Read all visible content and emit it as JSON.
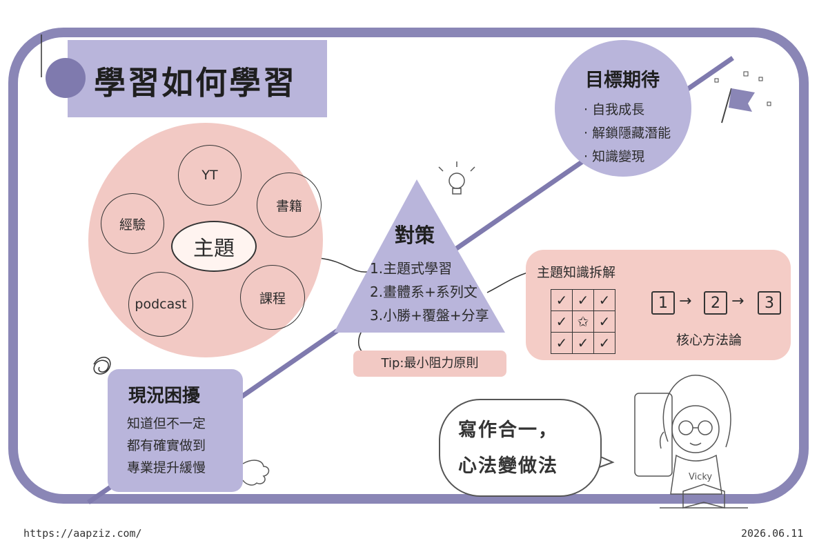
{
  "title": "學習如何學習",
  "mindmap": {
    "center": "主題",
    "nodes": [
      "YT",
      "書籍",
      "課程",
      "podcast",
      "經驗"
    ]
  },
  "goals": {
    "title": "目標期待",
    "items": [
      "· 自我成長",
      "· 解鎖隱藏潛能",
      "· 知識變現"
    ]
  },
  "strategy": {
    "title": "對策",
    "items": [
      "1.主題式學習",
      "2.畫體系+系列文",
      "3.小勝+覆盤+分享"
    ],
    "tip": "Tip:最小阻力原則"
  },
  "breakdown": {
    "title": "主題知識拆解",
    "grid": [
      [
        "✓",
        "✓",
        "✓"
      ],
      [
        "✓",
        "✩",
        "✓"
      ],
      [
        "✓",
        "✓",
        "✓"
      ]
    ],
    "steps": [
      "1",
      "2",
      "3"
    ],
    "arrow": "→",
    "method_label": "核心方法論"
  },
  "status": {
    "title": "現況困擾",
    "items": [
      "知道但不一定",
      "都有確實做到",
      "專業提升緩慢"
    ]
  },
  "speech": {
    "lines": [
      "寫作合一，",
      "心法變做法"
    ]
  },
  "character_name": "Vicky",
  "footer": {
    "url": "https://aapziz.com/",
    "date": "2026.06.11"
  },
  "colors": {
    "lavender": "#b9b5db",
    "frame": "#8a86b6",
    "pink": "#f2c9c4"
  }
}
